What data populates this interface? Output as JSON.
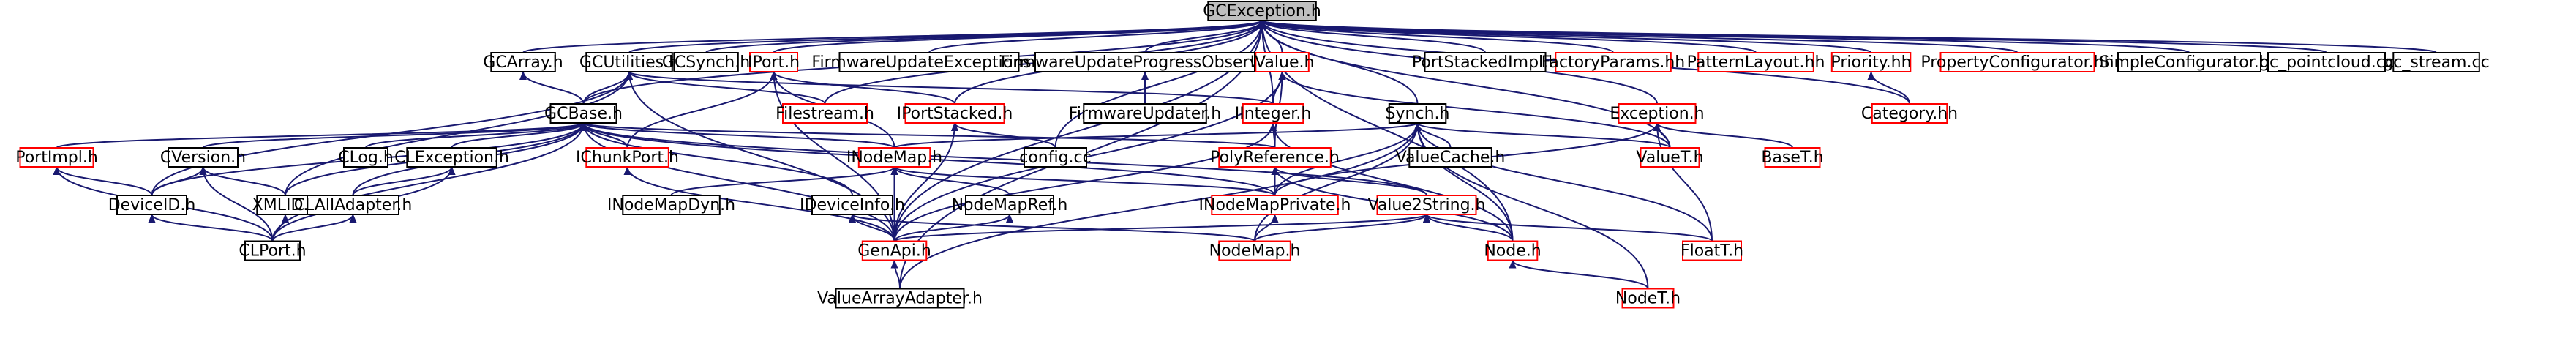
{
  "colors": {
    "edge": "#191970",
    "text": "#000000",
    "border_default": "#000000",
    "border_red": "#ff0000",
    "focus_fill": "#bfbfbf",
    "node_fill": "#ffffff"
  },
  "nodes": [
    {
      "id": "n_gcexception",
      "label": "GCException.h",
      "style": "focus"
    },
    {
      "id": "n_gcarray",
      "label": "GCArray.h",
      "style": "black"
    },
    {
      "id": "n_gcutilities",
      "label": "GCUtilities.h",
      "style": "black"
    },
    {
      "id": "n_gcsynch",
      "label": "GCSynch.h",
      "style": "black"
    },
    {
      "id": "n_iport",
      "label": "IPort.h",
      "style": "red"
    },
    {
      "id": "n_fwexceptions",
      "label": "FirmwareUpdateExceptions.h",
      "style": "black"
    },
    {
      "id": "n_fwprogress",
      "label": "FirmwareUpdateProgressObserver.h",
      "style": "black"
    },
    {
      "id": "n_ivalue",
      "label": "IValue.h",
      "style": "red"
    },
    {
      "id": "n_portstackedimpl",
      "label": "PortStackedImpl.h",
      "style": "black"
    },
    {
      "id": "n_factoryparams",
      "label": "FactoryParams.hh",
      "style": "red"
    },
    {
      "id": "n_patternlayout",
      "label": "PatternLayout.hh",
      "style": "red"
    },
    {
      "id": "n_priority",
      "label": "Priority.hh",
      "style": "red"
    },
    {
      "id": "n_propconfig",
      "label": "PropertyConfigurator.hh",
      "style": "red"
    },
    {
      "id": "n_simpleconfig",
      "label": "SimpleConfigurator.hh",
      "style": "black"
    },
    {
      "id": "n_gcpointcloud",
      "label": "gc_pointcloud.cc",
      "style": "black"
    },
    {
      "id": "n_gcstream",
      "label": "gc_stream.cc",
      "style": "black"
    },
    {
      "id": "n_gcbase",
      "label": "GCBase.h",
      "style": "black"
    },
    {
      "id": "n_filestream",
      "label": "Filestream.h",
      "style": "red"
    },
    {
      "id": "n_iportstacked",
      "label": "IPortStacked.h",
      "style": "red"
    },
    {
      "id": "n_fwupdater",
      "label": "FirmwareUpdater.h",
      "style": "black"
    },
    {
      "id": "n_iinteger",
      "label": "IInteger.h",
      "style": "red"
    },
    {
      "id": "n_synch",
      "label": "Synch.h",
      "style": "black"
    },
    {
      "id": "n_exception",
      "label": "Exception.h",
      "style": "red"
    },
    {
      "id": "n_category",
      "label": "Category.hh",
      "style": "red"
    },
    {
      "id": "n_portimpl",
      "label": "PortImpl.h",
      "style": "red"
    },
    {
      "id": "n_cversion",
      "label": "CVersion.h",
      "style": "black"
    },
    {
      "id": "n_clog",
      "label": "CLog.h",
      "style": "black"
    },
    {
      "id": "n_clexception",
      "label": "CLException.h",
      "style": "black"
    },
    {
      "id": "n_ichunkport",
      "label": "IChunkPort.h",
      "style": "red"
    },
    {
      "id": "n_inodemap",
      "label": "INodeMap.h",
      "style": "red"
    },
    {
      "id": "n_configcc",
      "label": "config.cc",
      "style": "black"
    },
    {
      "id": "n_polyref",
      "label": "PolyReference.h",
      "style": "red"
    },
    {
      "id": "n_valuecache",
      "label": "ValueCache.h",
      "style": "black"
    },
    {
      "id": "n_valuet",
      "label": "ValueT.h",
      "style": "red"
    },
    {
      "id": "n_baset",
      "label": "BaseT.h",
      "style": "red"
    },
    {
      "id": "n_deviceid",
      "label": "DeviceID.h",
      "style": "black"
    },
    {
      "id": "n_xmlid",
      "label": "XMLID.h",
      "style": "black"
    },
    {
      "id": "n_clalladapter",
      "label": "CLAllAdapter.h",
      "style": "black"
    },
    {
      "id": "n_inodemapdyn",
      "label": "INodeMapDyn.h",
      "style": "black"
    },
    {
      "id": "n_ideviceinfo",
      "label": "IDeviceInfo.h",
      "style": "black"
    },
    {
      "id": "n_nodemapref",
      "label": "NodeMapRef.h",
      "style": "black"
    },
    {
      "id": "n_inodemappriv",
      "label": "INodeMapPrivate.h",
      "style": "red"
    },
    {
      "id": "n_value2string",
      "label": "Value2String.h",
      "style": "red"
    },
    {
      "id": "n_cltport",
      "label": "CLPort.h",
      "style": "black"
    },
    {
      "id": "n_genapi",
      "label": "GenApi.h",
      "style": "red"
    },
    {
      "id": "n_nodemap",
      "label": "NodeMap.h",
      "style": "red"
    },
    {
      "id": "n_node",
      "label": "Node.h",
      "style": "red"
    },
    {
      "id": "n_floatt",
      "label": "FloatT.h",
      "style": "red"
    },
    {
      "id": "n_valuearrayadapter",
      "label": "ValueArrayAdapter.h",
      "style": "black"
    },
    {
      "id": "n_nodet",
      "label": "NodeT.h",
      "style": "red"
    }
  ]
}
